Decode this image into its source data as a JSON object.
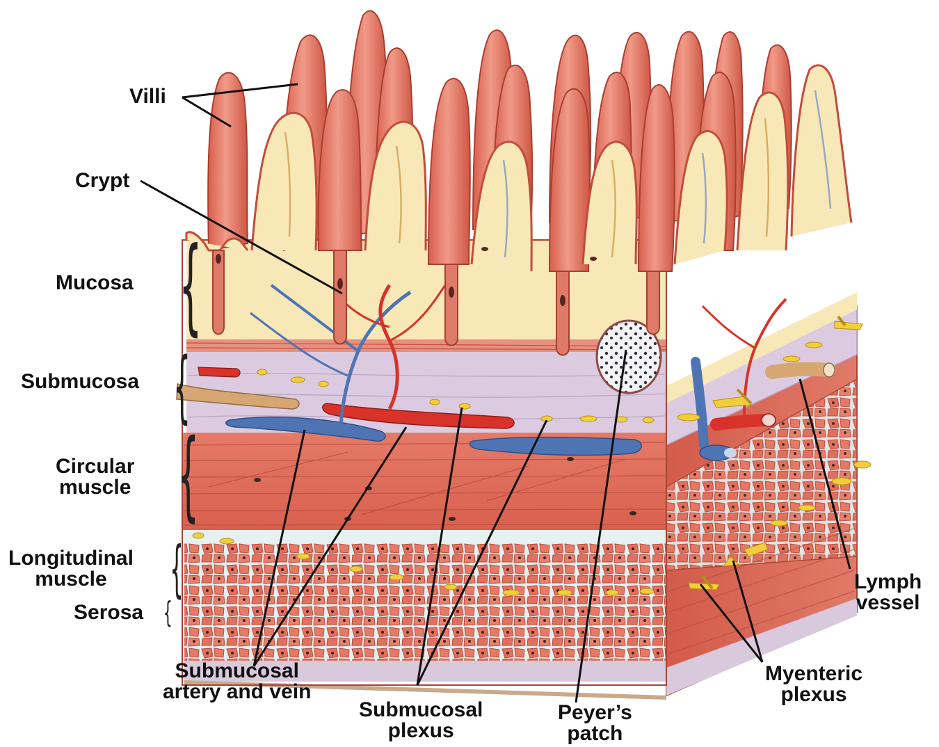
{
  "labels": {
    "villi": "Villi",
    "crypt": "Crypt",
    "mucosa": "Mucosa",
    "submucosa": "Submucosa",
    "circular_muscle": [
      "Circular",
      "muscle"
    ],
    "longitudinal_muscle": [
      "Longitudinal",
      "muscle"
    ],
    "serosa": "Serosa",
    "submucosal_artery_vein": [
      "Submucosal",
      "artery and vein"
    ],
    "submucosal_plexus": [
      "Submucosal",
      "plexus"
    ],
    "peyers_patch": [
      "Peyer’s",
      "patch"
    ],
    "myenteric_plexus": [
      "Myenteric",
      "plexus"
    ],
    "lymph_vessel": [
      "Lymph",
      "vessel"
    ]
  },
  "colors": {
    "villus": "#e9806f",
    "villus_dark": "#c8503f",
    "mucosa": "#f8e8b8",
    "submucosa": "#dccbe0",
    "muscle": "#e2705f",
    "muscle_line": "#b9483a",
    "serosa": "#d9c9dc",
    "artery": "#d8322a",
    "vein": "#4f74b4",
    "lymph": "#d6a673",
    "nerve": "#f2cf3a",
    "leader": "#111111"
  }
}
